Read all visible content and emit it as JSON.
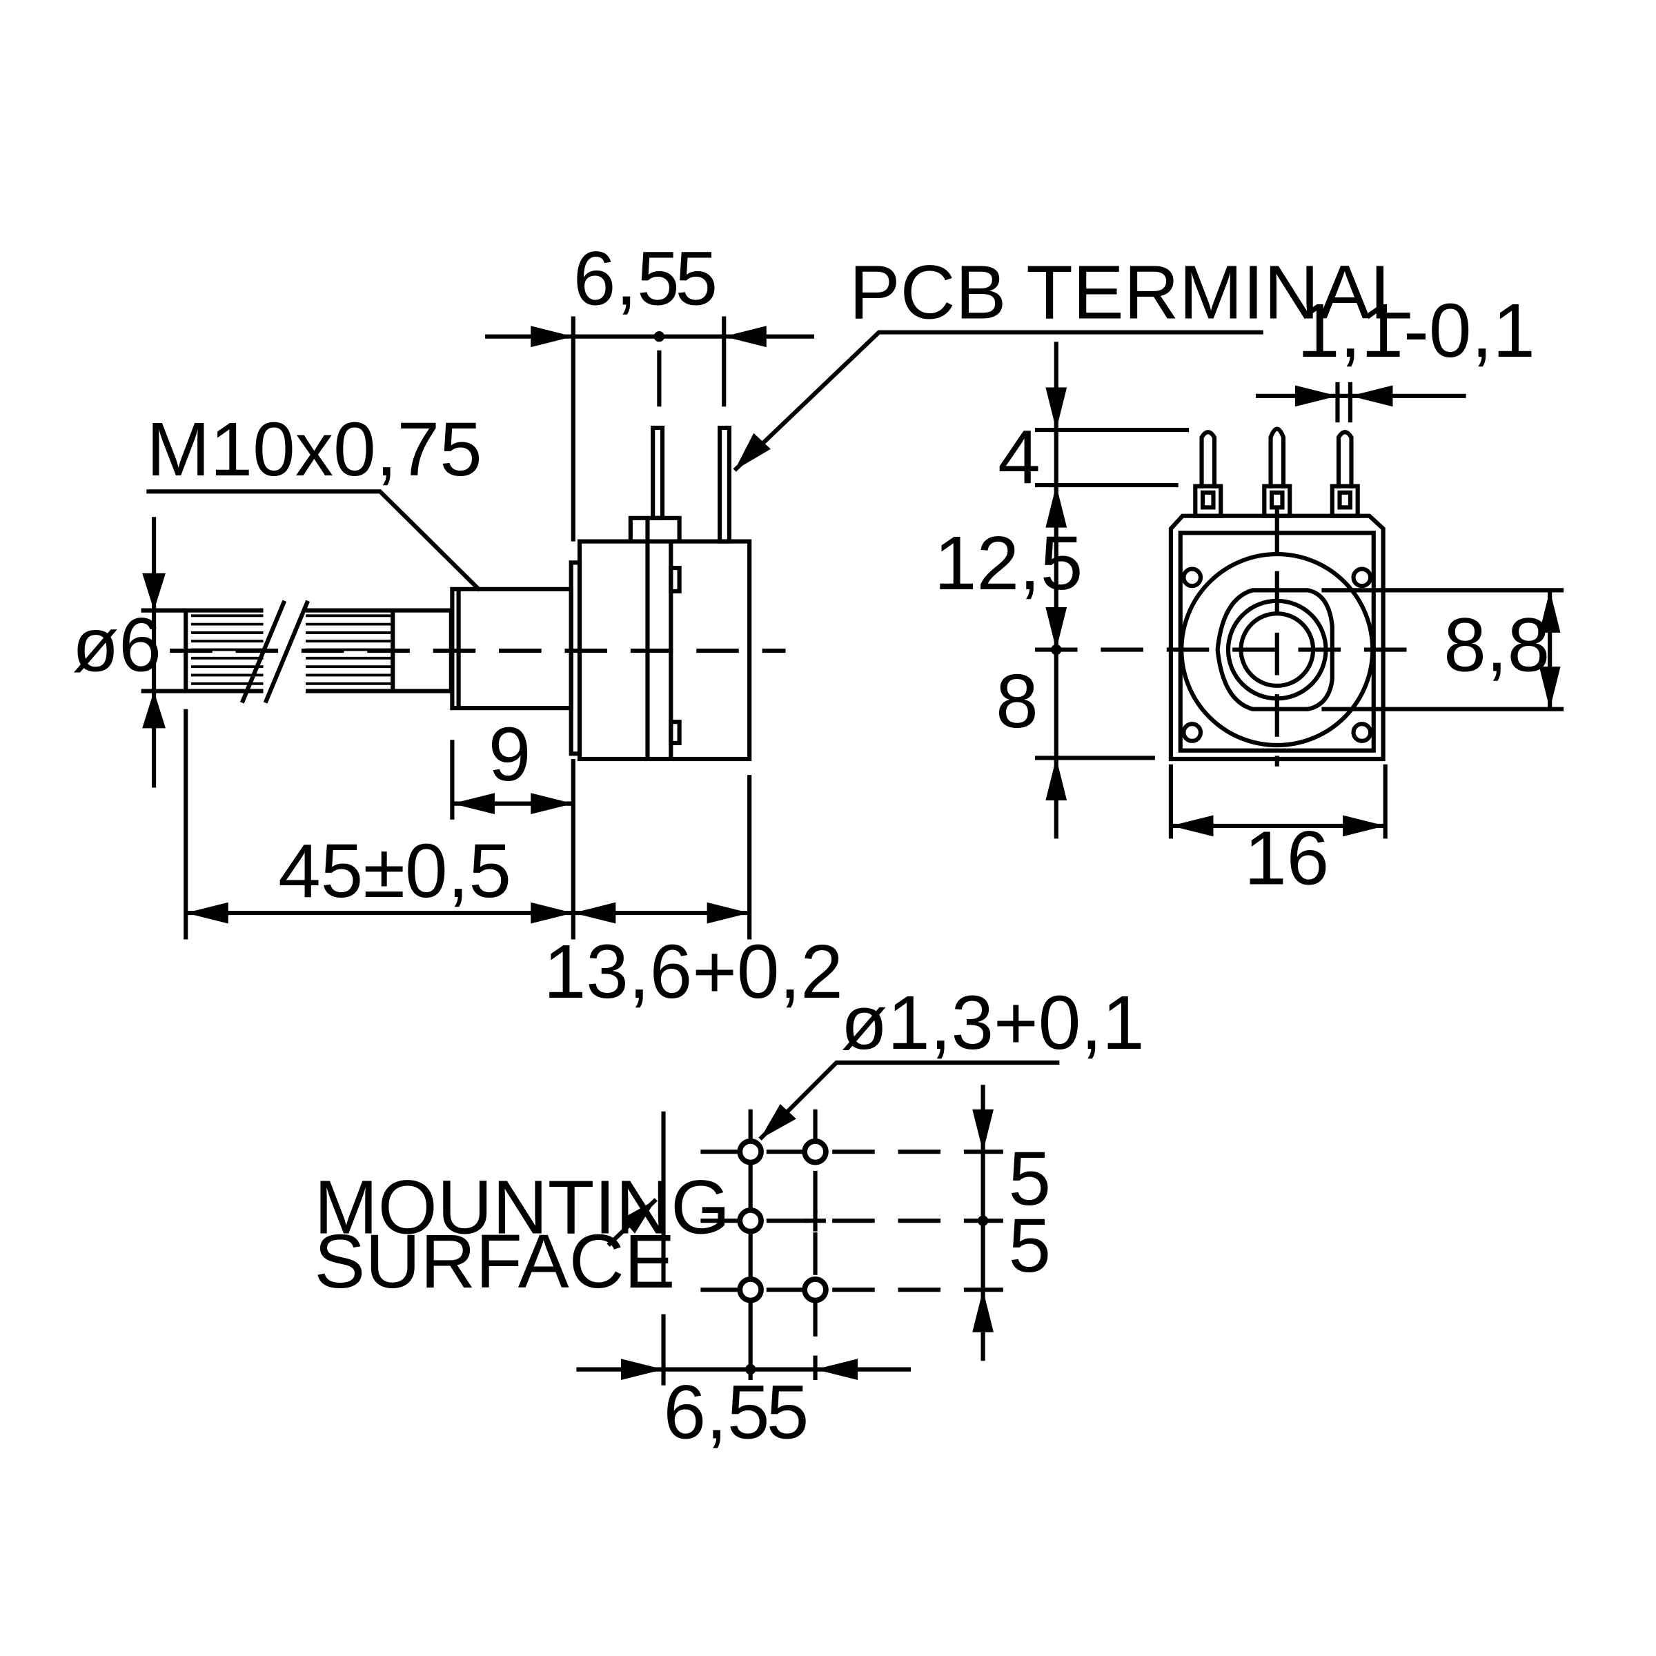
{
  "labels": {
    "thread": "M10x0,75",
    "pcb_terminal": "PCB TERMINAL",
    "mounting_line1": "MOUNTING",
    "mounting_line2": "SURFACE"
  },
  "dimensions": {
    "shaft_diameter": "ø6",
    "terminal_spacing_a": "6,5",
    "terminal_spacing_b": "5",
    "bushing_length": "9",
    "shaft_length": "45±0,5",
    "body_depth": "13,6+0,2",
    "terminal_width": "1,1-0,1",
    "terminal_height": "4",
    "top_to_center": "12,5",
    "center_to_bottom": "8",
    "nut_size": "8,8",
    "body_width": "16",
    "hole_diameter": "ø1,3+0,1",
    "hole_pitch_v1": "5",
    "hole_pitch_v2": "5",
    "hole_pitch_h_a": "6,5",
    "hole_pitch_h_b": "5"
  }
}
